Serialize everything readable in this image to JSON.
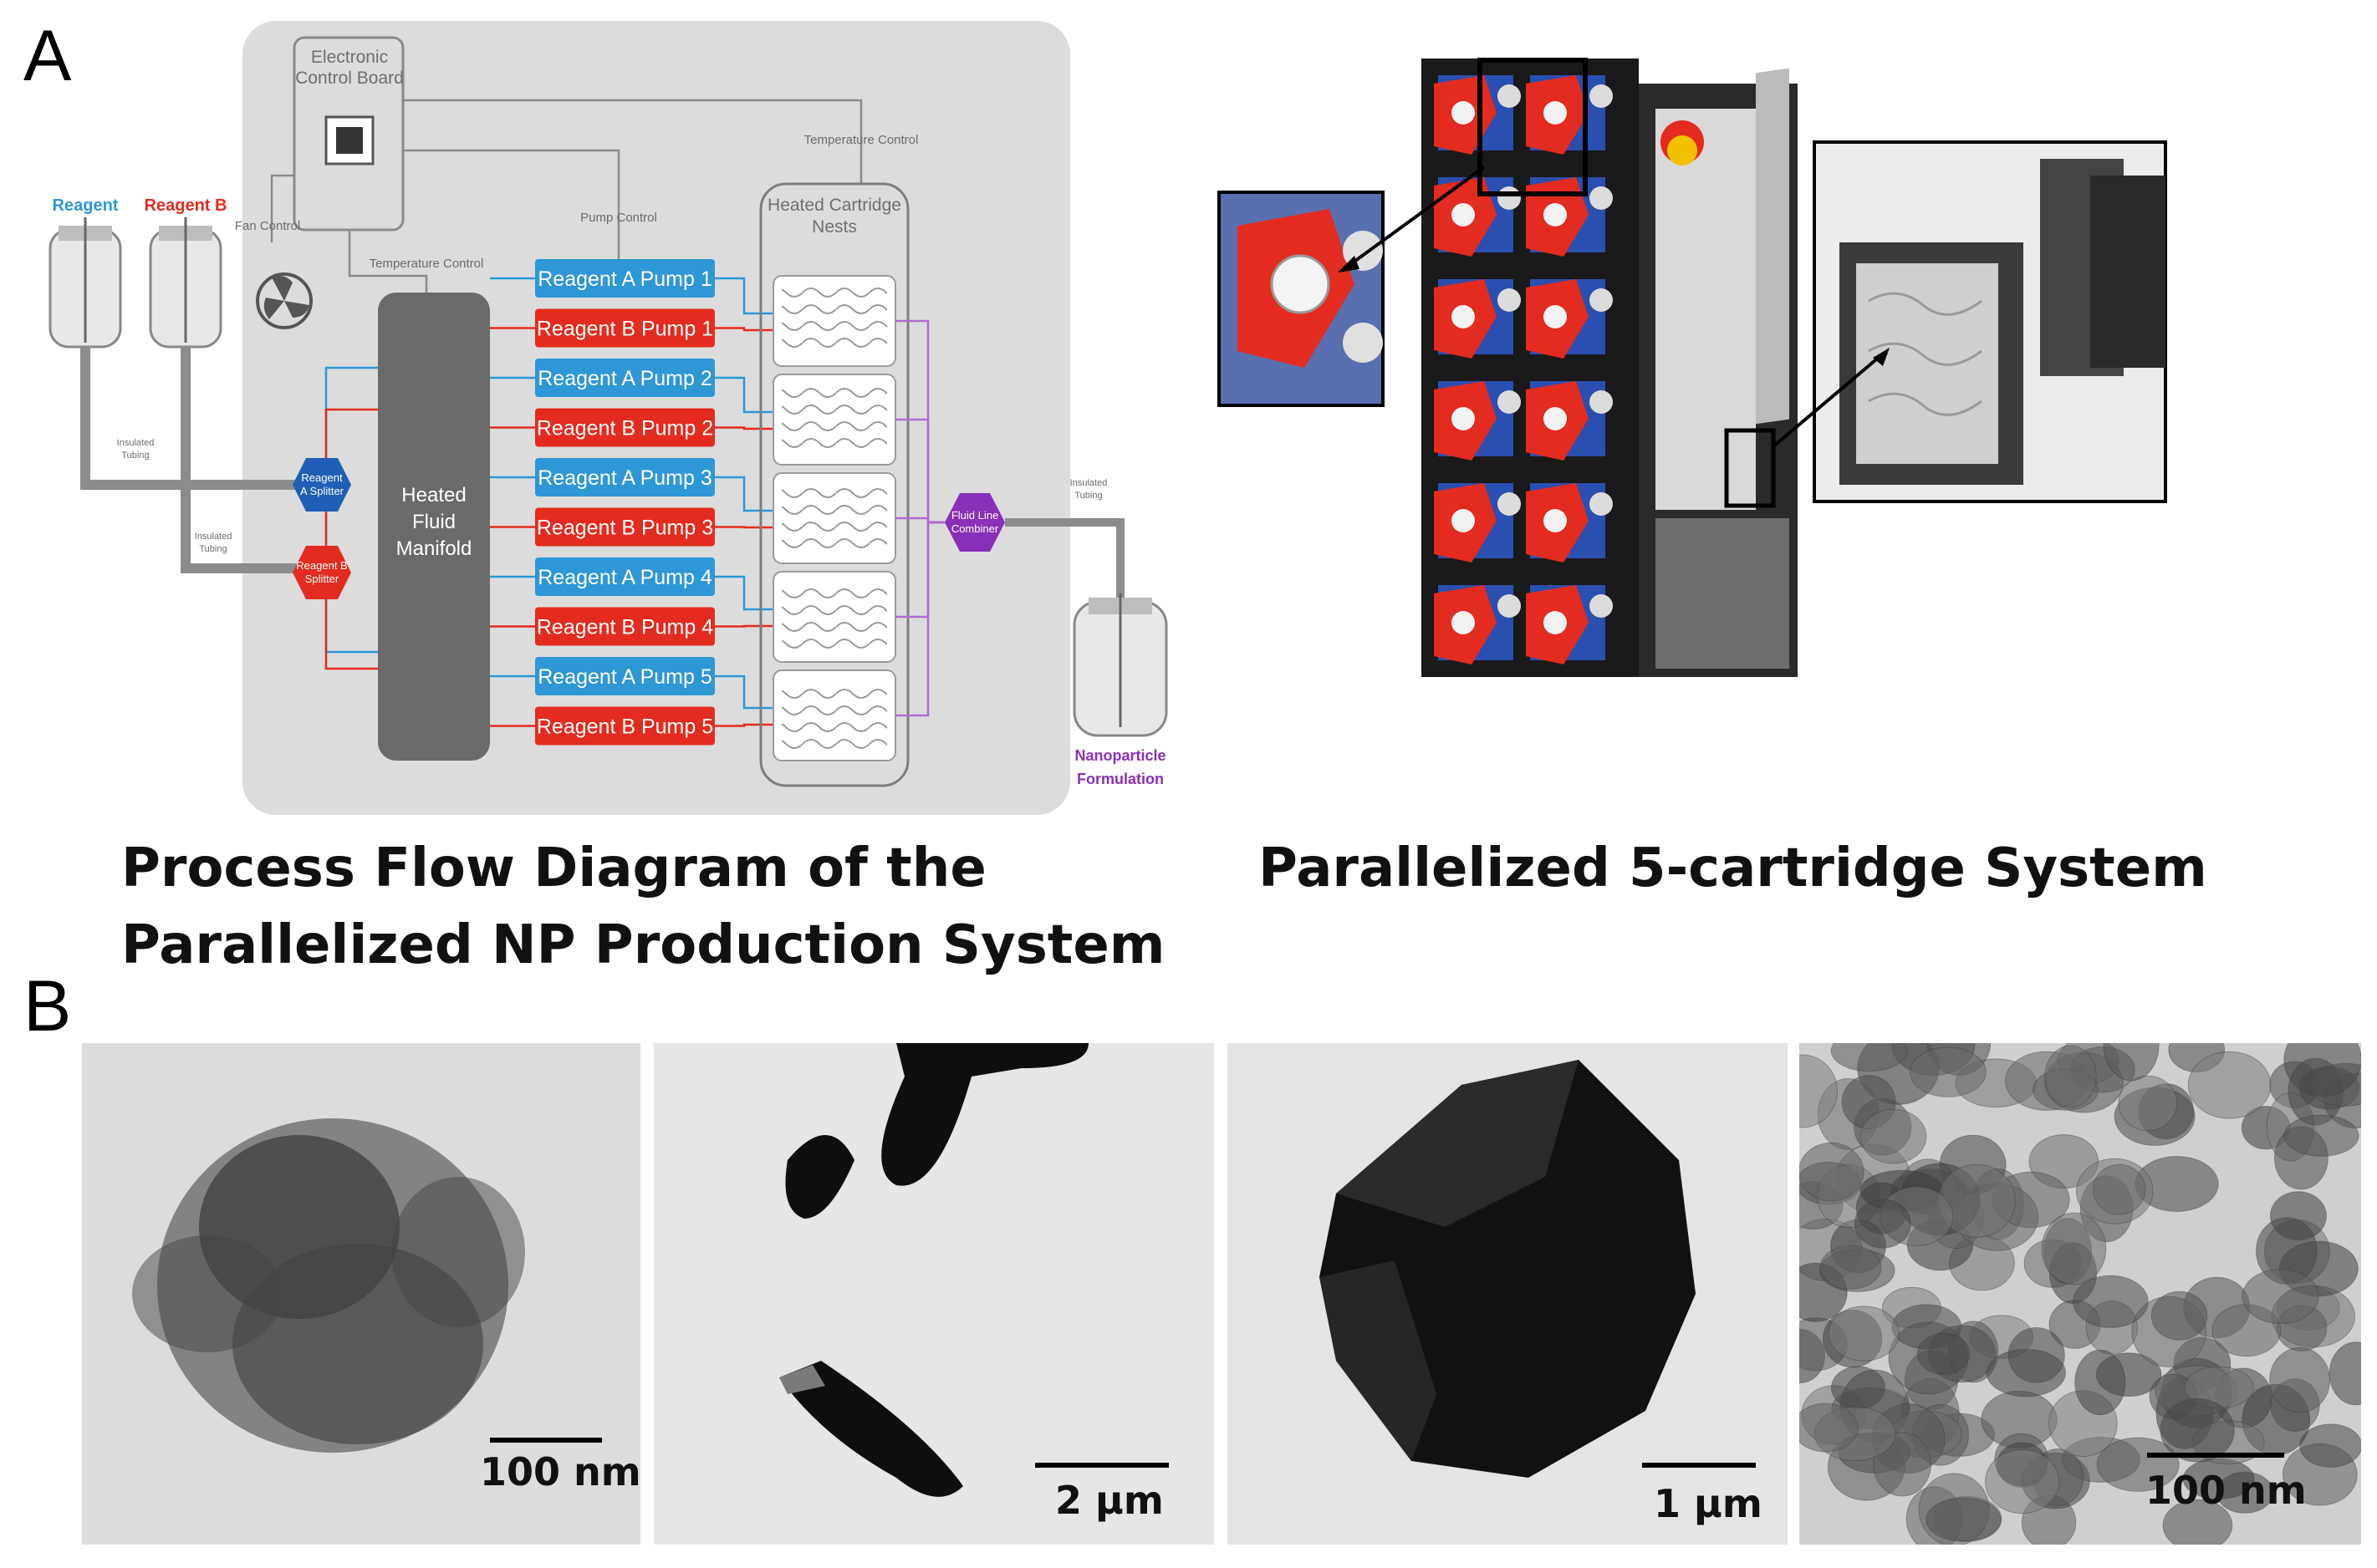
{
  "panel_letters": {
    "a": "A",
    "b": "B"
  },
  "diagram": {
    "electronic_control_board": [
      "Electronic",
      "Control Board"
    ],
    "fan_control": "Fan Control",
    "temperature_control_left": "Temperature Control",
    "pump_control": "Pump Control",
    "temperature_control_right": "Temperature Control",
    "heated_cartridge_nests": [
      "Heated Cartridge",
      "Nests"
    ],
    "reagent_a": "Reagent",
    "reagent_b": "Reagent B",
    "insulated_tubing": [
      "Insulated",
      "Tubing"
    ],
    "splitter_a": [
      "Reagent",
      "A Splitter"
    ],
    "splitter_b": [
      "Reagent B",
      "Splitter"
    ],
    "manifold": [
      "Heated",
      "Fluid",
      "Manifold"
    ],
    "combiner": [
      "Fluid Line",
      "Combiner"
    ],
    "output": [
      "Nanoparticle",
      "Formulation"
    ],
    "pumps": [
      "Reagent A Pump 1",
      "Reagent B Pump 1",
      "Reagent A Pump 2",
      "Reagent B Pump 2",
      "Reagent A Pump 3",
      "Reagent B Pump 3",
      "Reagent A Pump 4",
      "Reagent B Pump 4",
      "Reagent A Pump 5",
      "Reagent B Pump 5"
    ],
    "colors": {
      "reagent_a": "#2e97d6",
      "reagent_b": "#e32b1f",
      "combiner": "#8a2fb8",
      "manifold": "#6a6a6a",
      "panel": "#dcdcdc"
    }
  },
  "captions": {
    "left": [
      "Process Flow Diagram of the",
      "Parallelized NP Production System"
    ],
    "right": "Parallelized 5-cartridge System"
  },
  "tem_panels": [
    {
      "scale": "100 nm"
    },
    {
      "scale": "2 μm"
    },
    {
      "scale": "1 μm"
    },
    {
      "scale": "100 nm"
    }
  ]
}
